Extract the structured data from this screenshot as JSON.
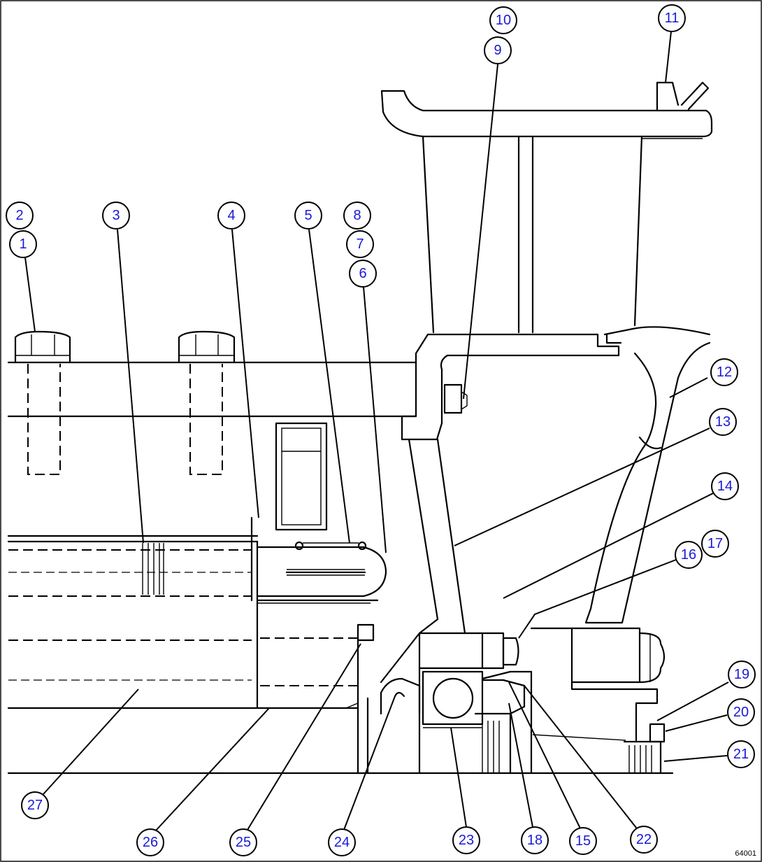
{
  "drawing_id": "64001",
  "callouts": [
    {
      "id": "c1",
      "label": "1"
    },
    {
      "id": "c2",
      "label": "2"
    },
    {
      "id": "c3",
      "label": "3"
    },
    {
      "id": "c4",
      "label": "4"
    },
    {
      "id": "c5",
      "label": "5"
    },
    {
      "id": "c6",
      "label": "6"
    },
    {
      "id": "c7",
      "label": "7"
    },
    {
      "id": "c8",
      "label": "8"
    },
    {
      "id": "c9",
      "label": "9"
    },
    {
      "id": "c10",
      "label": "10"
    },
    {
      "id": "c11",
      "label": "11"
    },
    {
      "id": "c12",
      "label": "12"
    },
    {
      "id": "c13",
      "label": "13"
    },
    {
      "id": "c14",
      "label": "14"
    },
    {
      "id": "c15",
      "label": "15"
    },
    {
      "id": "c16",
      "label": "16"
    },
    {
      "id": "c17",
      "label": "17"
    },
    {
      "id": "c18",
      "label": "18"
    },
    {
      "id": "c19",
      "label": "19"
    },
    {
      "id": "c20",
      "label": "20"
    },
    {
      "id": "c21",
      "label": "21"
    },
    {
      "id": "c22",
      "label": "22"
    },
    {
      "id": "c23",
      "label": "23"
    },
    {
      "id": "c24",
      "label": "24"
    },
    {
      "id": "c25",
      "label": "25"
    },
    {
      "id": "c26",
      "label": "26"
    },
    {
      "id": "c27",
      "label": "27"
    }
  ]
}
